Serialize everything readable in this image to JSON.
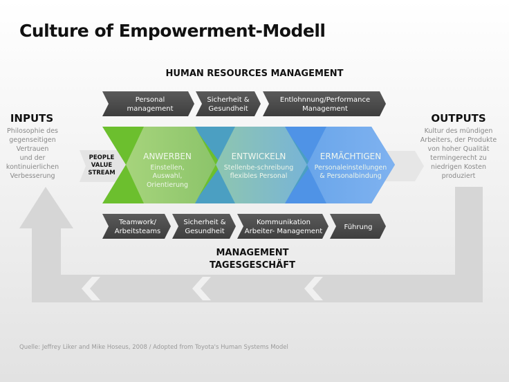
{
  "title": "Culture of Empowerment-Modell",
  "hr_heading": "HUMAN RESOURCES MANAGEMENT",
  "management_heading": [
    "MANAGEMENT",
    "TAGESGESCHÄFT"
  ],
  "inputs": {
    "heading": "INPUTS",
    "lines": [
      "Philosophie des",
      "gegenseitigen",
      "Vertrauen",
      "und der",
      "kontinuierlichen",
      "Verbesserung"
    ]
  },
  "outputs": {
    "heading": "OUTPUTS",
    "lines": [
      "Kultur des mündigen",
      "Arbeiters, der Produkte",
      "von hoher Qualität",
      "termingerecht zu",
      "niedrigen Kosten",
      "produziert"
    ]
  },
  "top_chevrons": [
    {
      "lines": [
        "Personal",
        "management"
      ]
    },
    {
      "lines": [
        "Sicherheit &",
        "Gesundheit"
      ]
    },
    {
      "lines": [
        "Entlohnnung/Performance",
        "Management"
      ]
    }
  ],
  "bottom_chevrons": [
    {
      "lines": [
        "Teamwork/",
        "Arbeitsteams"
      ]
    },
    {
      "lines": [
        "Sicherheit &",
        "Gesundheit"
      ]
    },
    {
      "lines": [
        "Kommunikation",
        "Arbeiter- Management"
      ]
    },
    {
      "lines": [
        "Führung"
      ]
    }
  ],
  "people_value_stream": [
    "PEOPLE",
    "VALUE",
    "STREAM"
  ],
  "stages": [
    {
      "title": "ANWERBEN",
      "lines": [
        "Einstellen,",
        "Auswahl,",
        "Orientierung"
      ]
    },
    {
      "title": "ENTWICKELN",
      "lines": [
        "Stellenbe-schreibung",
        "flexibles Personal"
      ]
    },
    {
      "title": "ERMÄCHTIGEN",
      "lines": [
        "Personaleinstellungen",
        "& Personalbindung"
      ]
    }
  ],
  "source": "Quelle: Jeffrey Liker and Mike Hoseus, 2008 / Adopted from Toyota's Human Systems Model",
  "colors": {
    "green": "#6cbf2e",
    "teal": "#4b9fc2",
    "blue": "#4f93e6",
    "chevron_dark": "#4a4a4a",
    "loop_grey": "#d4d4d4"
  }
}
